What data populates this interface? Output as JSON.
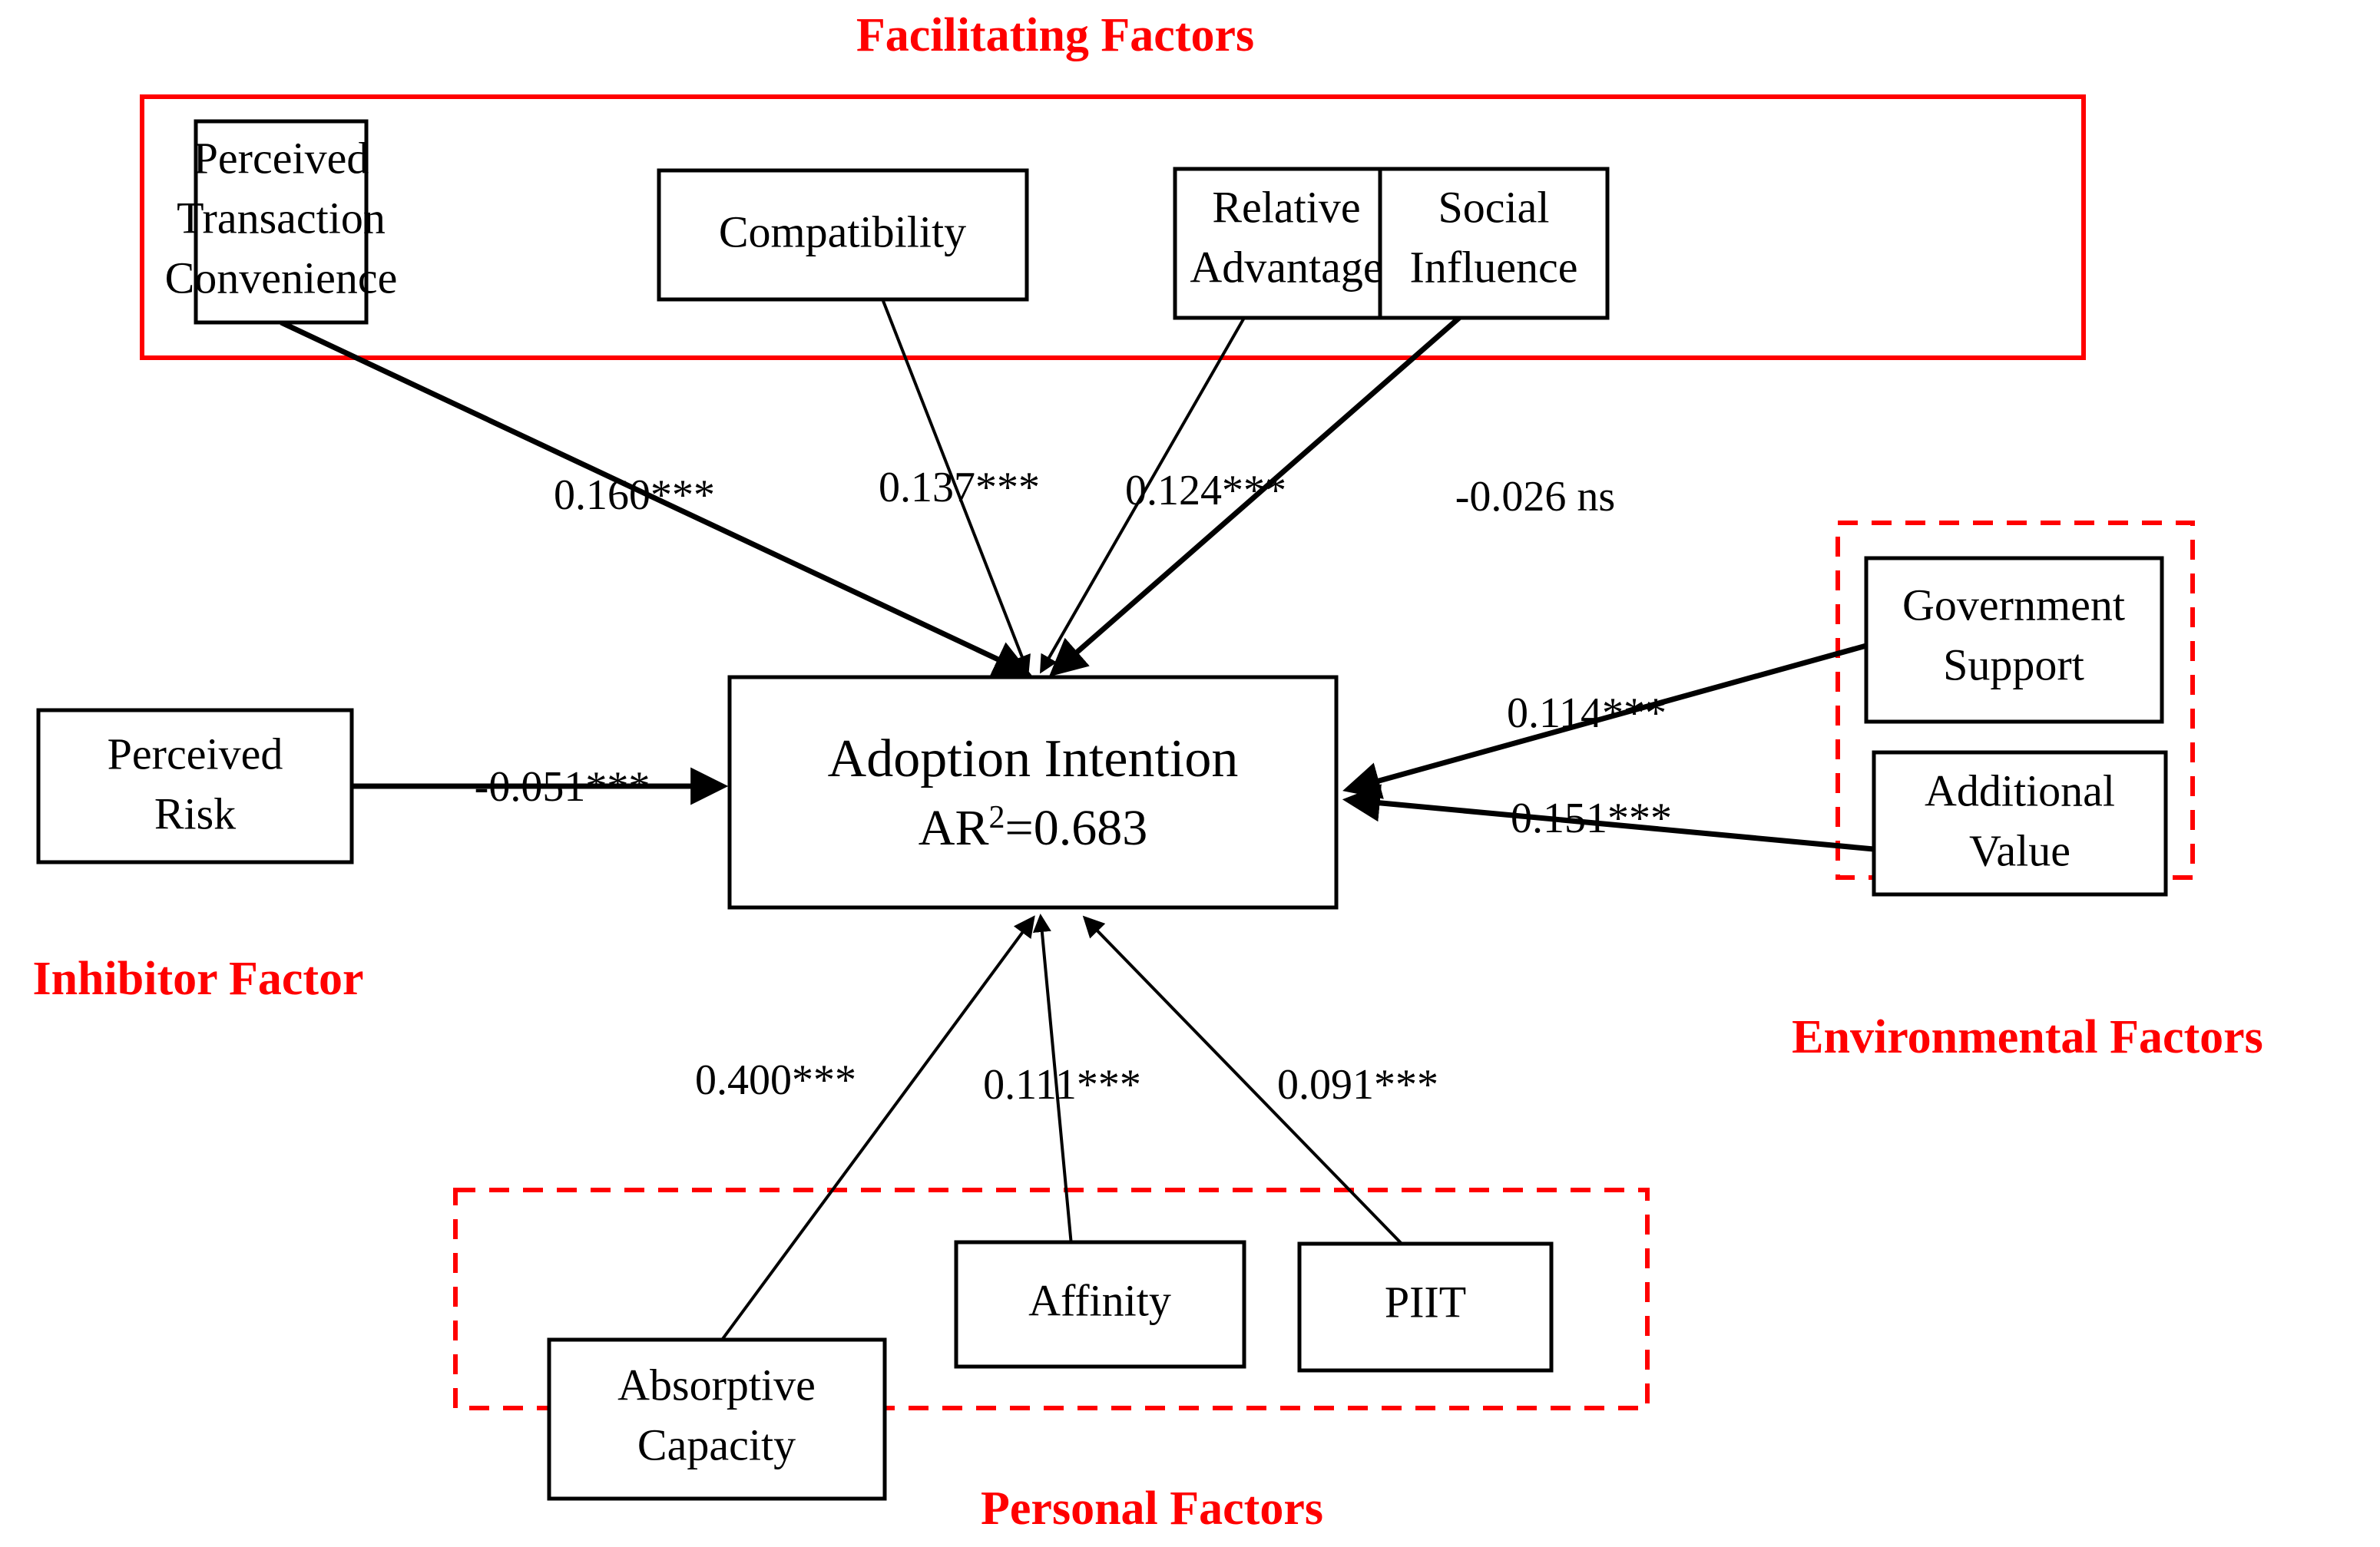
{
  "diagram": {
    "type": "path-model",
    "title_groups": [
      {
        "id": "facilitating",
        "label": "Facilitating Factors",
        "border": "solid",
        "color": "#ff0000"
      },
      {
        "id": "inhibitor",
        "label": "Inhibitor Factor",
        "border": "none",
        "color": "#ff0000"
      },
      {
        "id": "environmental",
        "label": "Environmental Factors",
        "border": "dashed",
        "color": "#ff0000"
      },
      {
        "id": "personal",
        "label": "Personal Factors",
        "border": "dashed",
        "color": "#ff0000"
      }
    ],
    "outcome": {
      "name": "Adoption Intention",
      "fit_label": "AR",
      "fit_exponent": "2",
      "fit_value": "=0.683",
      "fit_text": "AR² =0.683"
    },
    "nodes": [
      {
        "id": "ptc",
        "label_line1": "Perceived",
        "label_line2": "Transaction",
        "label_line3": "Convenience",
        "group": "facilitating"
      },
      {
        "id": "compat",
        "label_line1": "Compatibility",
        "group": "facilitating"
      },
      {
        "id": "reladv",
        "label_line1": "Relative",
        "label_line2": "Advantage",
        "group": "facilitating"
      },
      {
        "id": "socinf",
        "label_line1": "Social",
        "label_line2": "Influence",
        "group": "facilitating"
      },
      {
        "id": "prisk",
        "label_line1": "Perceived",
        "label_line2": "Risk",
        "group": "inhibitor"
      },
      {
        "id": "govsup",
        "label_line1": "Government",
        "label_line2": "Support",
        "group": "environmental"
      },
      {
        "id": "addval",
        "label_line1": "Additional",
        "label_line2": "Value",
        "group": "environmental"
      },
      {
        "id": "abscap",
        "label_line1": "Absorptive",
        "label_line2": "Capacity",
        "group": "personal"
      },
      {
        "id": "affin",
        "label_line1": "Affinity",
        "group": "personal"
      },
      {
        "id": "piit",
        "label_line1": "PIIT",
        "group": "personal"
      }
    ],
    "paths": [
      {
        "from": "ptc",
        "to": "outcome",
        "coefficient": "0.160***"
      },
      {
        "from": "compat",
        "to": "outcome",
        "coefficient": "0.137***"
      },
      {
        "from": "reladv",
        "to": "outcome",
        "coefficient": "0.124***"
      },
      {
        "from": "socinf",
        "to": "outcome",
        "coefficient": "-0.026 ns"
      },
      {
        "from": "prisk",
        "to": "outcome",
        "coefficient": "-0.051***"
      },
      {
        "from": "govsup",
        "to": "outcome",
        "coefficient": "0.114***"
      },
      {
        "from": "addval",
        "to": "outcome",
        "coefficient": "0.151***"
      },
      {
        "from": "abscap",
        "to": "outcome",
        "coefficient": "0.400***"
      },
      {
        "from": "affin",
        "to": "outcome",
        "coefficient": "0.111***"
      },
      {
        "from": "piit",
        "to": "outcome",
        "coefficient": "0.091***"
      }
    ]
  }
}
